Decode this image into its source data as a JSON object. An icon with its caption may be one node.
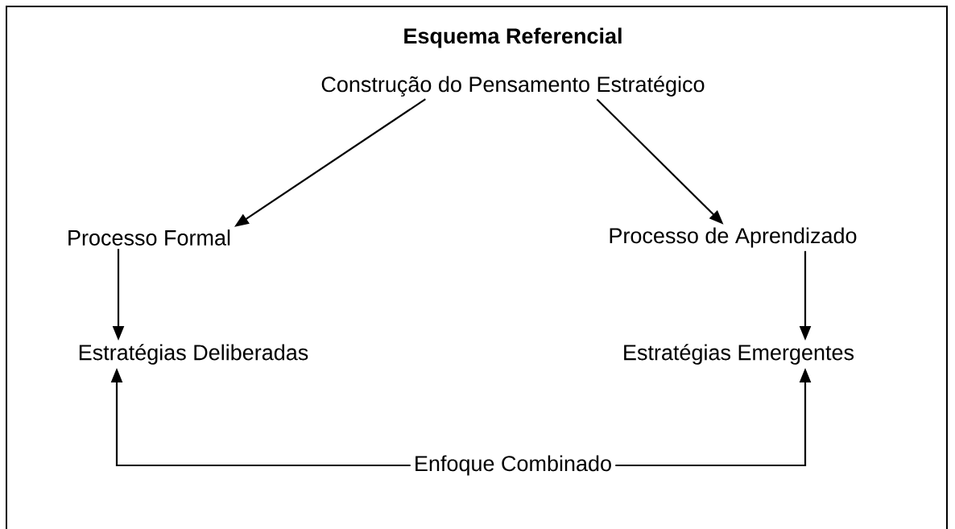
{
  "diagram": {
    "title": "Esquema Referencial",
    "nodes": [
      {
        "text": [
          "Construção do Pensamento Estratégico"
        ]
      },
      {
        "text": [
          "Processo Formal"
        ]
      },
      {
        "text": [
          "Processo de Aprendizado"
        ]
      },
      {
        "text": [
          "Estratégias Deliberadas"
        ]
      },
      {
        "text": [
          "Estratégias Emergentes"
        ]
      },
      {
        "text": [
          "Enfoque Combinado"
        ]
      }
    ],
    "edges": [
      {
        "from": 0,
        "to": 1,
        "arrow": "to"
      },
      {
        "from": 0,
        "to": 2,
        "arrow": "to"
      },
      {
        "from": 1,
        "to": 3,
        "arrow": "to"
      },
      {
        "from": 2,
        "to": 4,
        "arrow": "to"
      },
      {
        "from": 5,
        "to": 3,
        "arrow": "to"
      },
      {
        "from": 5,
        "to": 4,
        "arrow": "to"
      }
    ]
  }
}
